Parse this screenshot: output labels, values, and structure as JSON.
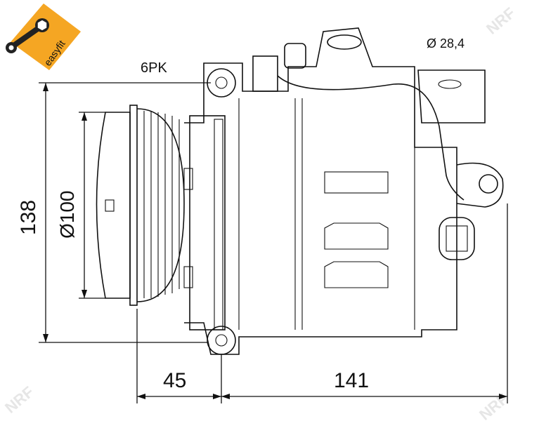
{
  "badge": {
    "text": "easyfit",
    "color": "#f5a623",
    "icon": "wrench-nut-icon"
  },
  "watermark": "NRF",
  "dimensions": {
    "belt": "6PK",
    "port_diameter": "Ø 28,4",
    "height": "138",
    "pulley_diameter": "Ø100",
    "pulley_width": "45",
    "body_length": "141"
  }
}
